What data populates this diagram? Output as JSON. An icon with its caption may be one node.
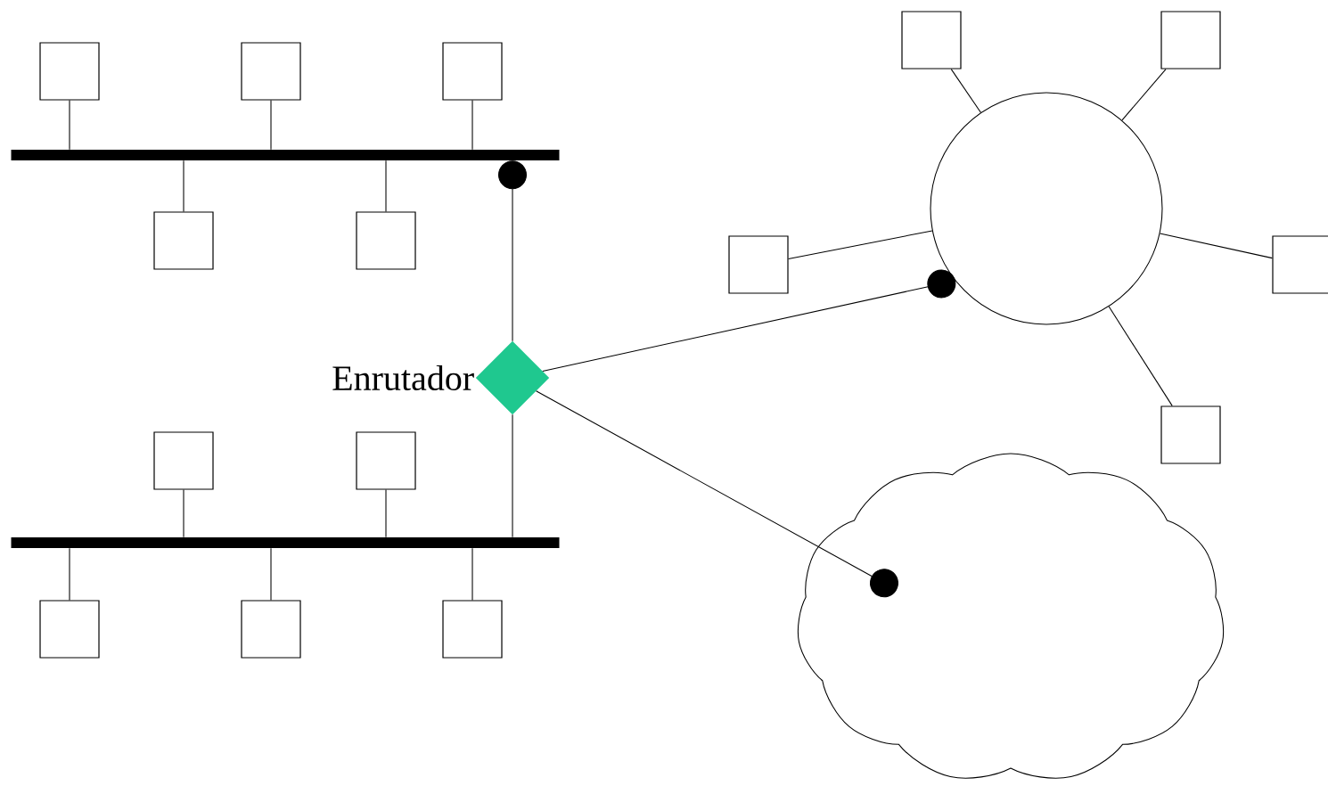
{
  "diagram": {
    "nodes": [
      {
        "text": [],
        "shape": "box"
      },
      {
        "text": [],
        "shape": "box"
      },
      {
        "text": [],
        "shape": "box"
      },
      {
        "text": [],
        "shape": "box"
      },
      {
        "text": [],
        "shape": "box"
      },
      {
        "text": [],
        "shape": "bar"
      },
      {
        "text": [],
        "shape": "box"
      },
      {
        "text": [],
        "shape": "box"
      },
      {
        "text": [],
        "shape": "circle"
      },
      {
        "text": [],
        "shape": "box"
      },
      {
        "text": [],
        "shape": "box"
      },
      {
        "text": [
          "Enrutador"
        ]
      },
      {
        "text": [],
        "shape": "box"
      },
      {
        "text": [],
        "shape": "box"
      },
      {
        "text": [],
        "shape": "box"
      },
      {
        "text": [],
        "shape": "bar"
      },
      {
        "text": [],
        "shape": "cloud"
      },
      {
        "text": [],
        "shape": "box"
      },
      {
        "text": [],
        "shape": "box"
      },
      {
        "text": [],
        "shape": "box"
      }
    ],
    "edges": [
      {
        "from": 2,
        "to": 5,
        "arrow": "none"
      },
      {
        "from": 3,
        "to": 5,
        "arrow": "none"
      },
      {
        "from": 4,
        "to": 5,
        "arrow": "none"
      },
      {
        "from": 6,
        "to": 5,
        "arrow": "none"
      },
      {
        "from": 7,
        "to": 5,
        "arrow": "none"
      },
      {
        "from": 13,
        "to": 15,
        "arrow": "none"
      },
      {
        "from": 14,
        "to": 15,
        "arrow": "none"
      },
      {
        "from": 17,
        "to": 15,
        "arrow": "none"
      },
      {
        "from": 18,
        "to": 15,
        "arrow": "none"
      },
      {
        "from": 19,
        "to": 15,
        "arrow": "none"
      },
      {
        "from": 0,
        "to": 8,
        "arrow": "none"
      },
      {
        "from": 1,
        "to": 8,
        "arrow": "none"
      },
      {
        "from": 9,
        "to": 8,
        "arrow": "none"
      },
      {
        "from": 10,
        "to": 8,
        "arrow": "none"
      },
      {
        "from": 12,
        "to": 8,
        "arrow": "none"
      },
      {
        "from": 11,
        "to": 5,
        "arrow": "other"
      },
      {
        "from": 11,
        "to": 15,
        "arrow": "none"
      },
      {
        "from": 11,
        "to": 8,
        "arrow": "other"
      },
      {
        "from": 11,
        "to": 16,
        "arrow": "other"
      }
    ]
  }
}
